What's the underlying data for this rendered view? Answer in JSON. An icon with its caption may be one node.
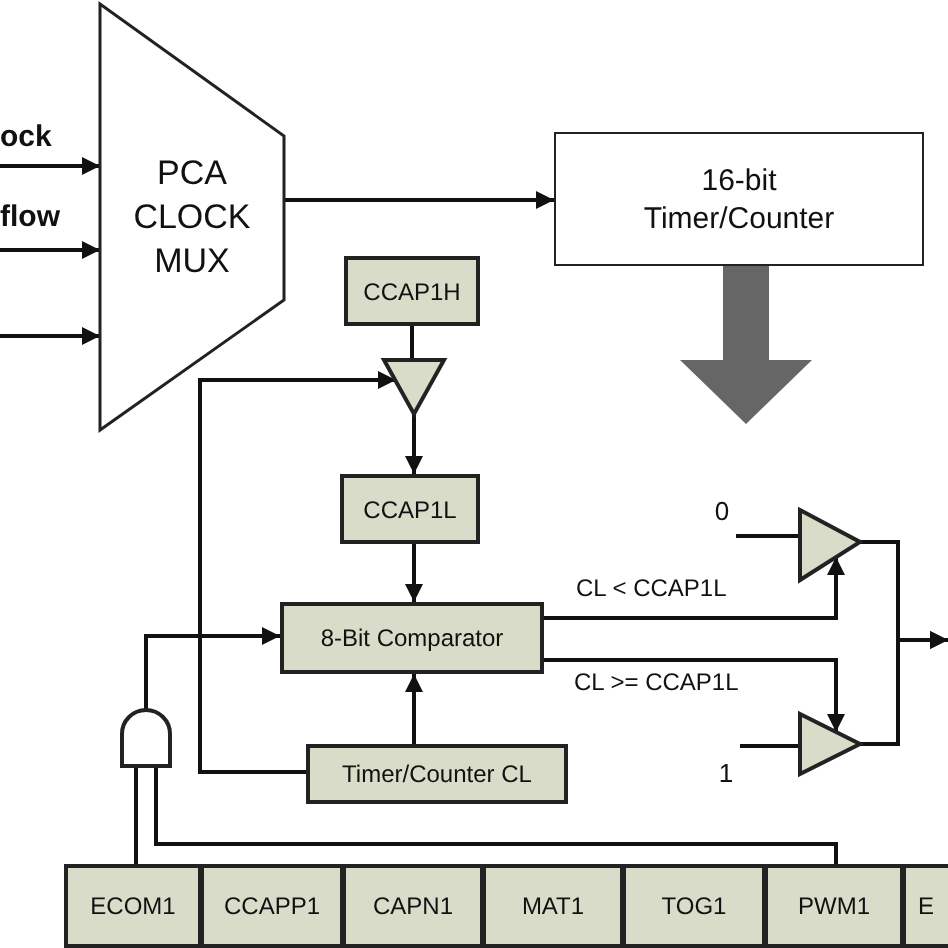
{
  "diagram": {
    "nodes": [
      {
        "text": [
          "PCA CLOCK MUX"
        ]
      },
      {
        "text": [
          "16-bit Timer/Counter"
        ]
      },
      {
        "text": [
          "CCAP1H"
        ]
      },
      {
        "text": [],
        "shape": "triangle"
      },
      {
        "text": [
          "CCAP1L"
        ]
      },
      {
        "text": [
          "0"
        ]
      },
      {
        "text": [],
        "shape": "triangle"
      },
      {
        "text": [
          "8-Bit Comparator"
        ]
      },
      {
        "text": [],
        "shape": "triangle"
      },
      {
        "text": [
          "1"
        ]
      },
      {
        "text": [],
        "shape": "gate"
      },
      {
        "text": [
          "Timer/Counter CL"
        ]
      },
      {
        "text": [
          "ECOM1"
        ]
      },
      {
        "text": [
          "CCAPP1"
        ]
      },
      {
        "text": [
          "CAPN1"
        ]
      },
      {
        "text": [
          "MAT1"
        ]
      },
      {
        "text": [
          "TOG1"
        ]
      },
      {
        "text": [
          "PWM1"
        ]
      },
      {
        "text": [
          "E"
        ]
      }
    ],
    "edges": [
      {
        "from": null,
        "to": 0,
        "arrow": "to",
        "label": "ock"
      },
      {
        "from": null,
        "to": 0,
        "arrow": "to",
        "label": "flow"
      },
      {
        "from": null,
        "to": 0,
        "arrow": "to"
      },
      {
        "from": 0,
        "to": 1,
        "arrow": "to"
      },
      {
        "from": 1,
        "to": null,
        "arrow": "to",
        "style": "thick",
        "color": "#666666"
      },
      {
        "from": 2,
        "to": 3,
        "arrow": "none"
      },
      {
        "from": 11,
        "to": 3,
        "arrow": "to"
      },
      {
        "from": 3,
        "to": 4,
        "arrow": "to"
      },
      {
        "from": 4,
        "to": 7,
        "arrow": "to"
      },
      {
        "from": 11,
        "to": 7,
        "arrow": "to"
      },
      {
        "from": 10,
        "to": 7,
        "arrow": "to"
      },
      {
        "from": 12,
        "to": 10,
        "arrow": "none"
      },
      {
        "from": 17,
        "to": 10,
        "arrow": "none"
      },
      {
        "from": 7,
        "to": 6,
        "arrow": "to",
        "label": "CL < CCAP1L"
      },
      {
        "from": 7,
        "to": 8,
        "arrow": "to",
        "label": "CL >= CCAP1L"
      },
      {
        "from": 5,
        "to": 6,
        "arrow": "none"
      },
      {
        "from": 9,
        "to": 8,
        "arrow": "none"
      },
      {
        "from": 6,
        "to": null,
        "arrow": "to"
      },
      {
        "from": 8,
        "to": null,
        "arrow": "to"
      }
    ]
  }
}
